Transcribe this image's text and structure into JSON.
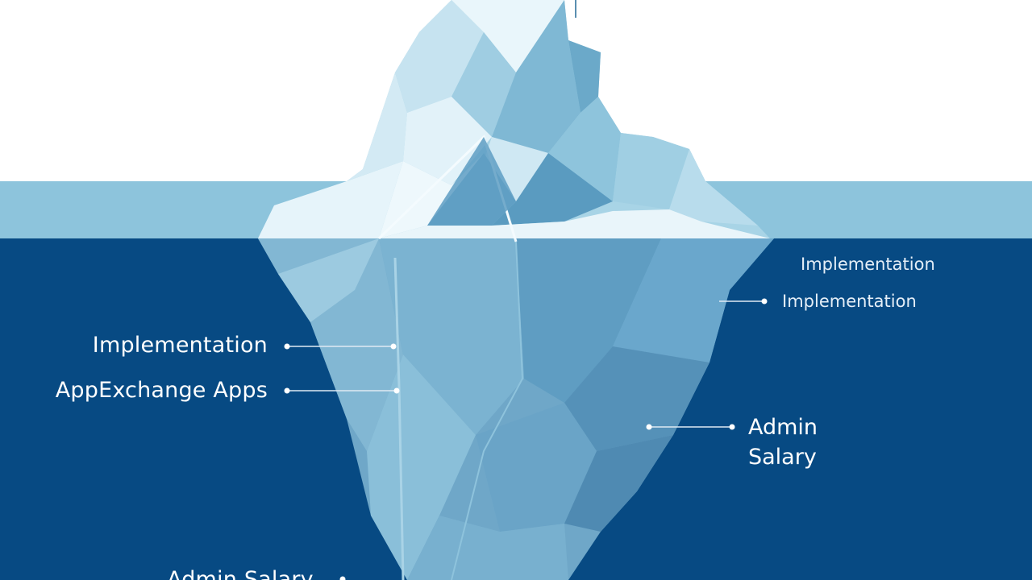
{
  "colors": {
    "sky": "#ffffff",
    "waterline_band": "#8dc4dc",
    "deep_water": "#074a83",
    "ice_light": "#dff0f7",
    "ice_mid": "#9fcfe3",
    "ice_shadow": "#6aa6c6",
    "ice_under": "#6fa7c8",
    "callout_line": "#dfeaf3",
    "label_text": "#ffffff"
  },
  "callouts": {
    "left": [
      {
        "label": "Implementation"
      },
      {
        "label": "AppExchange Apps"
      }
    ],
    "right": [
      {
        "label": "Implementation"
      },
      {
        "label": "Implementation"
      },
      {
        "label": "Admin\nSalary"
      }
    ],
    "bottom": {
      "label": "Admin Salary"
    }
  }
}
